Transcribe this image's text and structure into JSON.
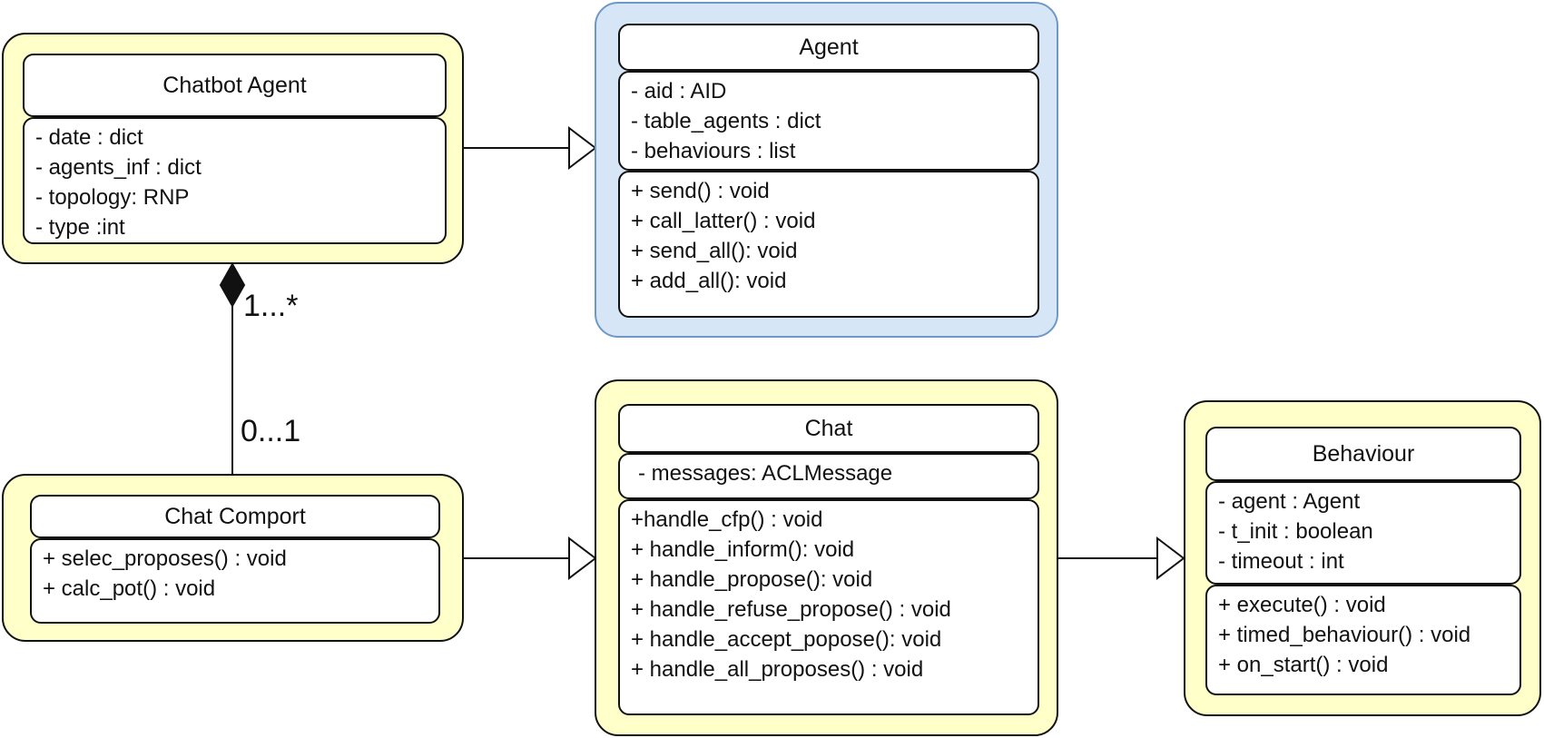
{
  "classes": {
    "chatbot_agent": {
      "name": "Chatbot Agent",
      "attributes": [
        "- date : dict",
        "- agents_inf : dict",
        "- topology: RNP",
        "- type :int"
      ]
    },
    "agent": {
      "name": "Agent",
      "attributes": [
        "- aid : AID",
        "- table_agents : dict",
        "- behaviours : list"
      ],
      "methods": [
        "+ send() : void",
        "+ call_latter() : void",
        "+ send_all(): void",
        "+ add_all(): void"
      ]
    },
    "chat_comport": {
      "name": "Chat Comport",
      "methods": [
        "+ selec_proposes() : void",
        "+ calc_pot() : void"
      ]
    },
    "chat": {
      "name": "Chat",
      "attributes": [
        "- messages: ACLMessage"
      ],
      "methods": [
        "+handle_cfp() : void",
        "+ handle_inform(): void",
        "+ handle_propose(): void",
        "+ handle_refuse_propose() : void",
        "+ handle_accept_popose(): void",
        "+ handle_all_proposes() : void"
      ]
    },
    "behaviour": {
      "name": "Behaviour",
      "attributes": [
        "- agent : Agent",
        "- t_init : boolean",
        "- timeout : int"
      ],
      "methods": [
        "+ execute() : void",
        "+ timed_behaviour() : void",
        "+ on_start() : void"
      ]
    }
  },
  "multiplicities": {
    "composition_whole": "1...*",
    "composition_part": "0...1"
  },
  "colors": {
    "class_fill": "#ffffc9",
    "agent_fill": "#d6e6f6",
    "agent_border": "#6f98c6",
    "line": "#111111"
  }
}
